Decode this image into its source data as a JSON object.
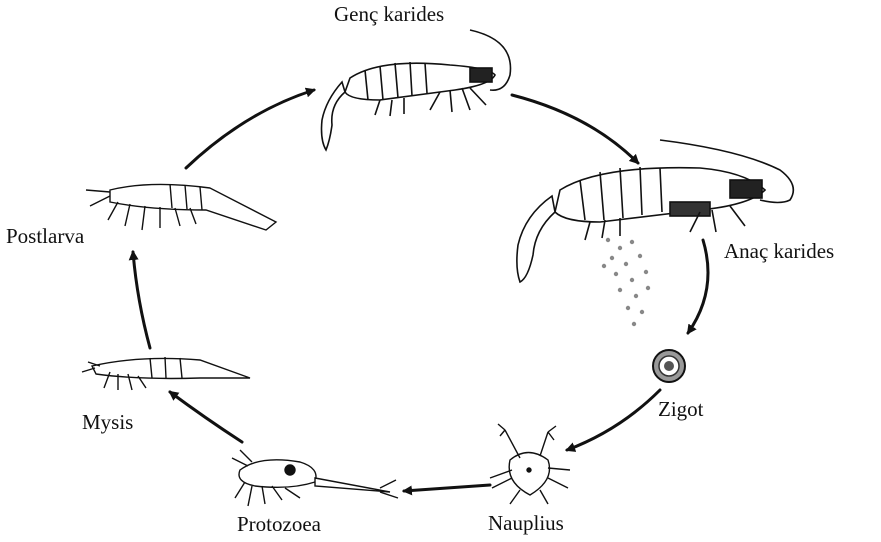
{
  "stages": {
    "genc_karides": "Genç karides",
    "anac_karides": "Anaç karides",
    "zigot": "Zigot",
    "nauplius": "Nauplius",
    "protozoea": "Protozoea",
    "mysis": "Mysis",
    "postlarva": "Postlarva"
  },
  "cycle_order": [
    "Genç karides",
    "Anaç karides",
    "Zigot",
    "Nauplius",
    "Protozoea",
    "Mysis",
    "Postlarva"
  ],
  "colors": {
    "ink": "#111111",
    "background": "#ffffff"
  }
}
